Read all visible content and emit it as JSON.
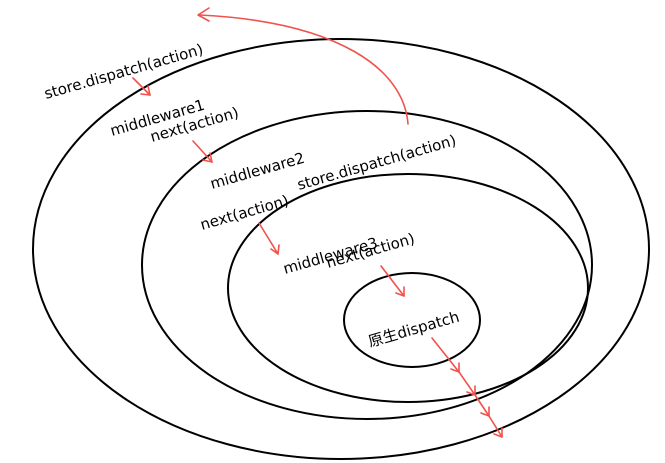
{
  "labels": {
    "outer_dispatch": "store.dispatch(action)",
    "middleware1": "middleware1",
    "next1": "next(action)",
    "middleware2": "middleware2",
    "inner_dispatch": "store.dispatch(action)",
    "next2": "next(action)",
    "middleware3": "middleware3",
    "next3": "next(action)",
    "core": "原生dispatch"
  },
  "colors": {
    "ring": "#000000",
    "arrow": "#f0524d",
    "text": "#000000",
    "background": "#ffffff"
  }
}
